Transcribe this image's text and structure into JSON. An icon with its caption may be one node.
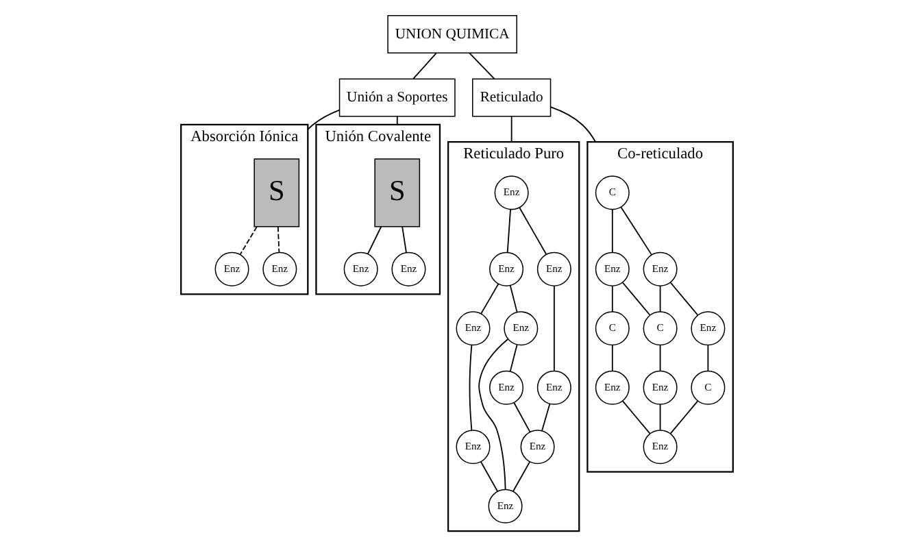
{
  "diagram": {
    "nodes": [
      {
        "text": [
          "UNION QUIMICA"
        ]
      },
      {
        "text": [
          "Unión a Soportes"
        ]
      },
      {
        "text": [
          "Reticulado"
        ]
      },
      {
        "text": [
          "Absorción Iónica"
        ]
      },
      {
        "text": [
          "S"
        ],
        "in": 3
      },
      {
        "text": [
          "Enz"
        ],
        "in": 3
      },
      {
        "text": [
          "Enz"
        ],
        "in": 3
      },
      {
        "text": [
          "Unión Covalente"
        ]
      },
      {
        "text": [
          "S"
        ],
        "in": 7
      },
      {
        "text": [
          "Enz"
        ],
        "in": 7
      },
      {
        "text": [
          "Enz"
        ],
        "in": 7
      },
      {
        "text": [
          "Reticulado Puro"
        ]
      },
      {
        "text": [
          "Enz"
        ],
        "in": 11
      },
      {
        "text": [
          "Enz"
        ],
        "in": 11
      },
      {
        "text": [
          "Enz"
        ],
        "in": 11
      },
      {
        "text": [
          "Enz"
        ],
        "in": 11
      },
      {
        "text": [
          "Enz"
        ],
        "in": 11
      },
      {
        "text": [
          "Enz"
        ],
        "in": 11
      },
      {
        "text": [
          "Enz"
        ],
        "in": 11
      },
      {
        "text": [
          "Enz"
        ],
        "in": 11
      },
      {
        "text": [
          "Enz"
        ],
        "in": 11
      },
      {
        "text": [
          "Enz"
        ],
        "in": 11
      },
      {
        "text": [
          "Co-reticulado"
        ]
      },
      {
        "text": [
          "C"
        ],
        "in": 22
      },
      {
        "text": [
          "Enz"
        ],
        "in": 22
      },
      {
        "text": [
          "Enz"
        ],
        "in": 22
      },
      {
        "text": [
          "Enz"
        ],
        "in": 22
      },
      {
        "text": [
          "Enz"
        ],
        "in": 22
      },
      {
        "text": [
          "C"
        ],
        "in": 22
      },
      {
        "text": [
          "C"
        ],
        "in": 22
      },
      {
        "text": [
          "C"
        ],
        "in": 22
      },
      {
        "text": [
          "Enz"
        ],
        "in": 22
      },
      {
        "text": [
          "Enz"
        ],
        "in": 22
      }
    ],
    "edges": [
      {
        "from": 0,
        "to": 1,
        "arrow": "none"
      },
      {
        "from": 0,
        "to": 2,
        "arrow": "none"
      },
      {
        "from": 1,
        "to": 3,
        "arrow": "none"
      },
      {
        "from": 1,
        "to": 7,
        "arrow": "none"
      },
      {
        "from": 2,
        "to": 11,
        "arrow": "none"
      },
      {
        "from": 2,
        "to": 22,
        "arrow": "none"
      },
      {
        "from": 4,
        "to": 5,
        "arrow": "none",
        "style": "dashed"
      },
      {
        "from": 4,
        "to": 6,
        "arrow": "none",
        "style": "dashed"
      },
      {
        "from": 8,
        "to": 9,
        "arrow": "none"
      },
      {
        "from": 8,
        "to": 10,
        "arrow": "none"
      },
      {
        "from": 12,
        "to": 13,
        "arrow": "none"
      },
      {
        "from": 13,
        "to": 14,
        "arrow": "none"
      },
      {
        "from": 12,
        "to": 15,
        "arrow": "none"
      },
      {
        "from": 13,
        "to": 16,
        "arrow": "none"
      },
      {
        "from": 14,
        "to": 17,
        "arrow": "none"
      },
      {
        "from": 16,
        "to": 18,
        "arrow": "none"
      },
      {
        "from": 15,
        "to": 19,
        "arrow": "none"
      },
      {
        "from": 16,
        "to": 21,
        "arrow": "none"
      },
      {
        "from": 17,
        "to": 21,
        "arrow": "none"
      },
      {
        "from": 18,
        "to": 20,
        "arrow": "none"
      },
      {
        "from": 19,
        "to": 20,
        "arrow": "none"
      },
      {
        "from": 20,
        "to": 21,
        "arrow": "none"
      },
      {
        "from": 23,
        "to": 24,
        "arrow": "none"
      },
      {
        "from": 24,
        "to": 25,
        "arrow": "none"
      },
      {
        "from": 25,
        "to": 28,
        "arrow": "none"
      },
      {
        "from": 23,
        "to": 26,
        "arrow": "none"
      },
      {
        "from": 24,
        "to": 29,
        "arrow": "none"
      },
      {
        "from": 26,
        "to": 29,
        "arrow": "none"
      },
      {
        "from": 29,
        "to": 27,
        "arrow": "none"
      },
      {
        "from": 27,
        "to": 32,
        "arrow": "none"
      },
      {
        "from": 28,
        "to": 32,
        "arrow": "none"
      },
      {
        "from": 26,
        "to": 30,
        "arrow": "none"
      },
      {
        "from": 30,
        "to": 31,
        "arrow": "none"
      },
      {
        "from": 31,
        "to": 32,
        "arrow": "none"
      }
    ]
  }
}
